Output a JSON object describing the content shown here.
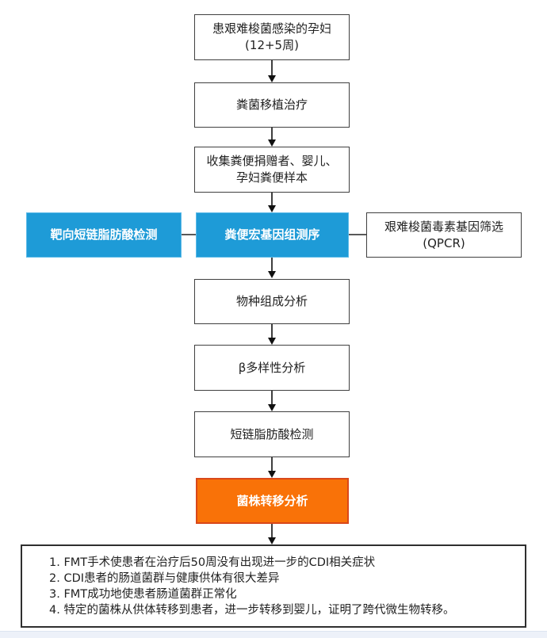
{
  "flowchart": {
    "nodes": {
      "patient": {
        "line1": "患艰难梭菌感染的孕妇",
        "line2": "(12+5周)"
      },
      "fmt_treatment": {
        "label": "粪菌移植治疗"
      },
      "collect_samples": {
        "line1": "收集粪便捐赠者、婴儿、",
        "line2": "孕妇粪便样本"
      },
      "targeted_scfa": {
        "label": "靶向短链脂肪酸检测"
      },
      "metagenomic_sequencing": {
        "label": "粪便宏基因组测序"
      },
      "toxin_screening": {
        "line1": "艰难梭菌毒素基因筛选",
        "line2": "(QPCR)"
      },
      "species_composition": {
        "label": "物种组成分析"
      },
      "beta_diversity": {
        "label": "β多样性分析"
      },
      "scfa_detection": {
        "label": "短链脂肪酸检测"
      },
      "strain_transfer": {
        "label": "菌株转移分析"
      },
      "conclusions": {
        "items": [
          "1. FMT手术使患者在治疗后50周没有出现进一步的CDI相关症状",
          "2. CDI患者的肠道菌群与健康供体有很大差异",
          "3. FMT成功地使患者肠道菌群正常化",
          "4. 特定的菌株从供体转移到患者，进一步转移到婴儿，证明了跨代微生物转移。"
        ]
      }
    },
    "colors": {
      "highlight_blue": "#1E9BD7",
      "highlight_orange": "#F97208",
      "orange_border": "#D9481A",
      "box_border": "#404040",
      "arrow": "#3f3f3f"
    }
  }
}
